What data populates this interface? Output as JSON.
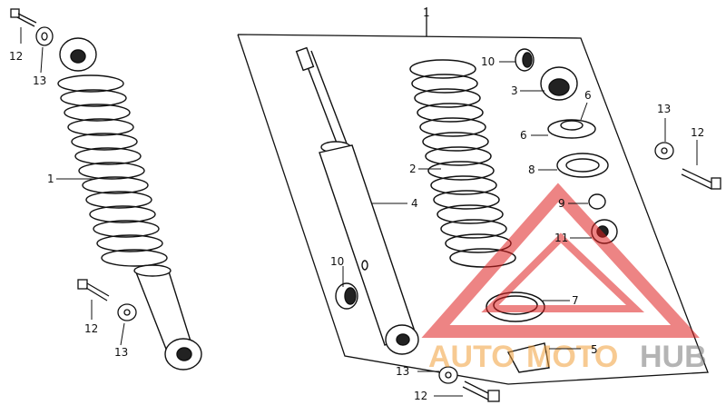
{
  "diagram": {
    "labels": {
      "assembly": "1",
      "spring": "2",
      "spring_seat_upper": "3",
      "damper": "4",
      "stopper": "5",
      "cap_6a": "6",
      "cap_6b": "6",
      "seat_7": "7",
      "ring_8": "8",
      "nut_9": "9",
      "bush_10a": "10",
      "bush_10b": "10",
      "bush_11": "11",
      "bolt_top_left": "12",
      "washer_top_left": "13",
      "bolt_mid_left": "12",
      "washer_mid_left": "13",
      "washer_right": "13",
      "bolt_right": "12",
      "washer_bottom": "13",
      "bolt_bottom": "12"
    }
  },
  "watermark": {
    "text_a": "AUTO",
    "text_b": "MOTO",
    "text_c": "HUB",
    "colors": {
      "red": "#e02020",
      "orange": "#f2a03a",
      "gray": "#777777"
    }
  }
}
